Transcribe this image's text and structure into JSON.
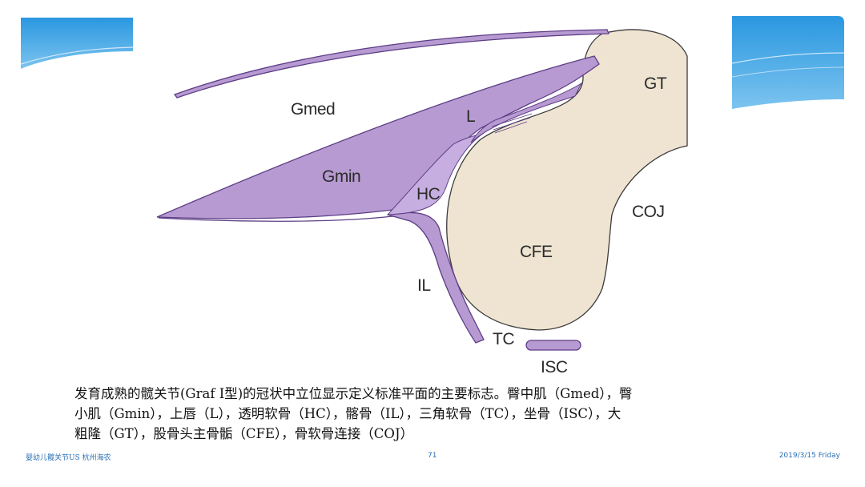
{
  "diagram": {
    "labels": {
      "gmed": "Gmed",
      "gmin": "Gmin",
      "l": "L",
      "hc": "HC",
      "il": "IL",
      "tc": "TC",
      "isc": "ISC",
      "gt": "GT",
      "coj": "COJ",
      "cfe": "CFE"
    },
    "colors": {
      "bone": "#efe4d2",
      "bone_outline": "#3a3a3a",
      "ligament": "#b79ad1",
      "ligament_outline": "#5d3d86",
      "accent_blue": "#1e8ad6"
    }
  },
  "caption": {
    "line1": "发育成熟的髋关节(Graf I型)的冠状中立位显示定义标准平面的主要标志。臀中肌（Gmed），臀",
    "line2": "小肌（Gmin），上唇（L），透明软骨（HC），髂骨（IL），三角软骨（TC），坐骨（ISC），大",
    "line3": "粗隆（GT），股骨头主骨骺（CFE），骨软骨连接（COJ）"
  },
  "footer": {
    "left": "婴幼儿髋关节US 杭州海农",
    "page": "71",
    "date": "2019/3/15 Friday"
  }
}
